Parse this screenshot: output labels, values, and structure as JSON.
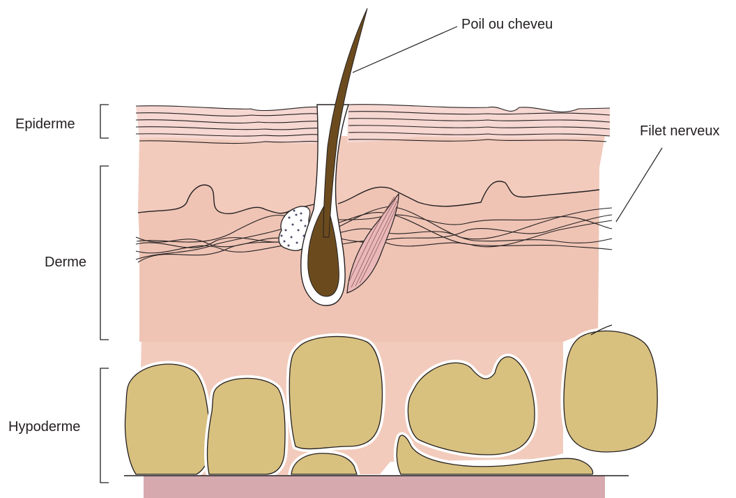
{
  "labels": {
    "hair": "Poil ou cheveu",
    "nerve": "Filet nerveux",
    "epidermis": "Epiderme",
    "dermis": "Derme",
    "hypodermis": "Hypoderme"
  },
  "colors": {
    "epidermis": "#f6d7d1",
    "dermis": "#f2cbbd",
    "deep_dermis": "#efc4b5",
    "fat_lobule": "#d8c07f",
    "hair_shaft": "#6b4b1e",
    "muscle": "#eab8b8",
    "base_tissue": "#d5a9ae",
    "outline": "#231f20"
  }
}
